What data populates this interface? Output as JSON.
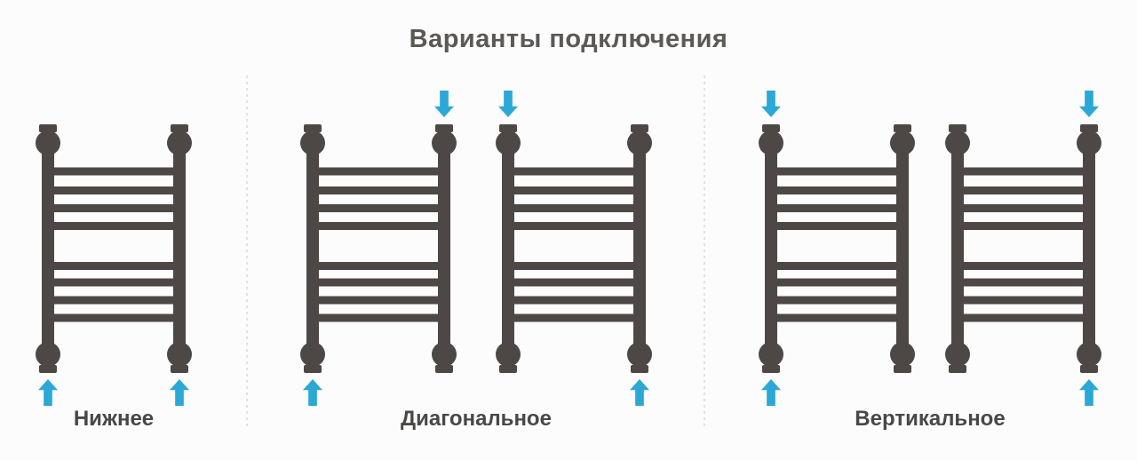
{
  "title": "Варианты подключения",
  "sections": [
    {
      "id": "nizhnee",
      "label": "Нижнее",
      "radiators": [
        {
          "rungs": 8,
          "arrows": [
            "bottom-left",
            "bottom-right"
          ]
        }
      ]
    },
    {
      "id": "diagonalnoe",
      "label": "Диагональное",
      "radiators": [
        {
          "rungs": 8,
          "arrows": [
            "top-right",
            "bottom-left"
          ]
        },
        {
          "rungs": 8,
          "arrows": [
            "top-left",
            "bottom-right"
          ]
        }
      ]
    },
    {
      "id": "vertikalnoe",
      "label": "Вертикальное",
      "radiators": [
        {
          "rungs": 8,
          "arrows": [
            "top-left",
            "bottom-left"
          ]
        },
        {
          "rungs": 8,
          "arrows": [
            "top-right",
            "bottom-right"
          ]
        }
      ]
    }
  ],
  "icons": {
    "arrow_up": "flow-arrow-up-icon",
    "arrow_down": "flow-arrow-down-icon"
  },
  "colors": {
    "background": "#FCFCFD",
    "radiator": "#4D4846",
    "arrow": "#2BA8D5",
    "title": "#5B5855",
    "label": "#4A4745",
    "separator": "#E2E2E5"
  }
}
